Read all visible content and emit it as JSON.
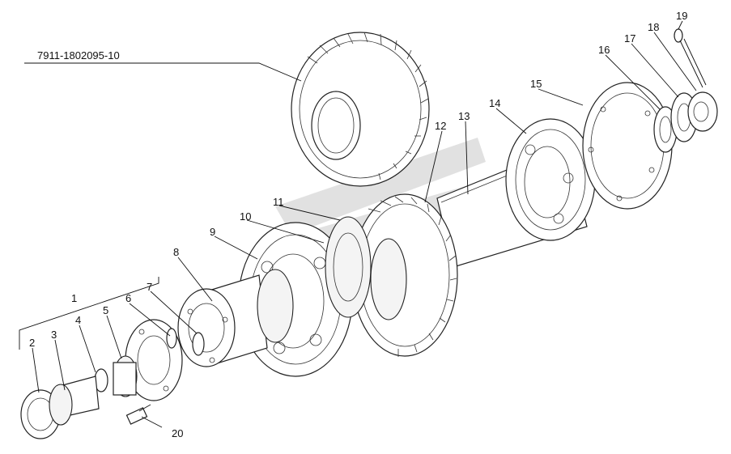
{
  "figure": {
    "part_number": "7911-1802095-10",
    "callouts": [
      "1",
      "2",
      "3",
      "4",
      "5",
      "6",
      "7",
      "8",
      "9",
      "10",
      "11",
      "12",
      "13",
      "14",
      "15",
      "16",
      "17",
      "18",
      "19",
      "20"
    ]
  }
}
